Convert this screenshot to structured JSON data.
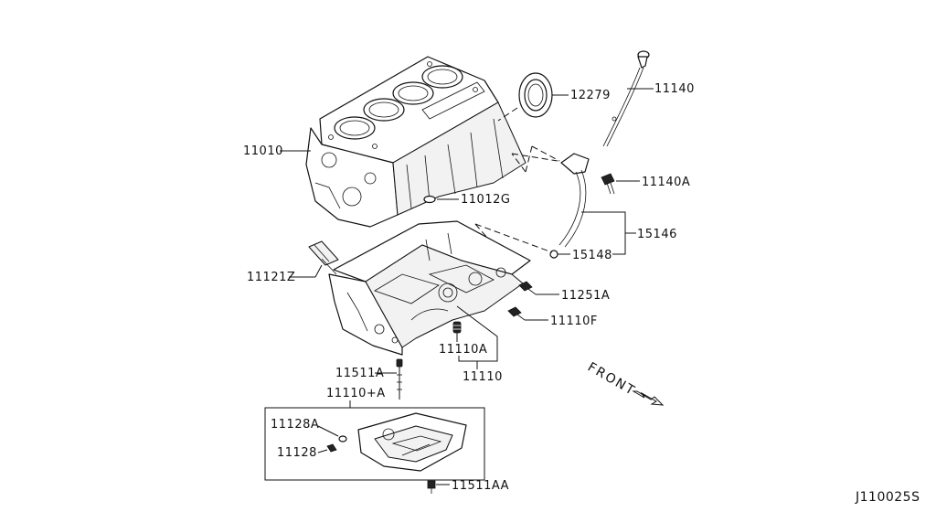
{
  "diagram_code": "J110025S",
  "front_label": "FRONT",
  "parts": {
    "p11010": "11010",
    "p12279": "12279",
    "p11140": "11140",
    "p11140A": "11140A",
    "p11012G": "11012G",
    "p15146": "15146",
    "p15148": "15148",
    "p11121Z": "11121Z",
    "p11251A": "11251A",
    "p11110F": "11110F",
    "p11110A": "11110A",
    "p11110": "11110",
    "p11511A": "11511A",
    "p11110_A": "11110+A",
    "p11128A": "11128A",
    "p11128": "11128",
    "p11511AA": "11511AA"
  }
}
